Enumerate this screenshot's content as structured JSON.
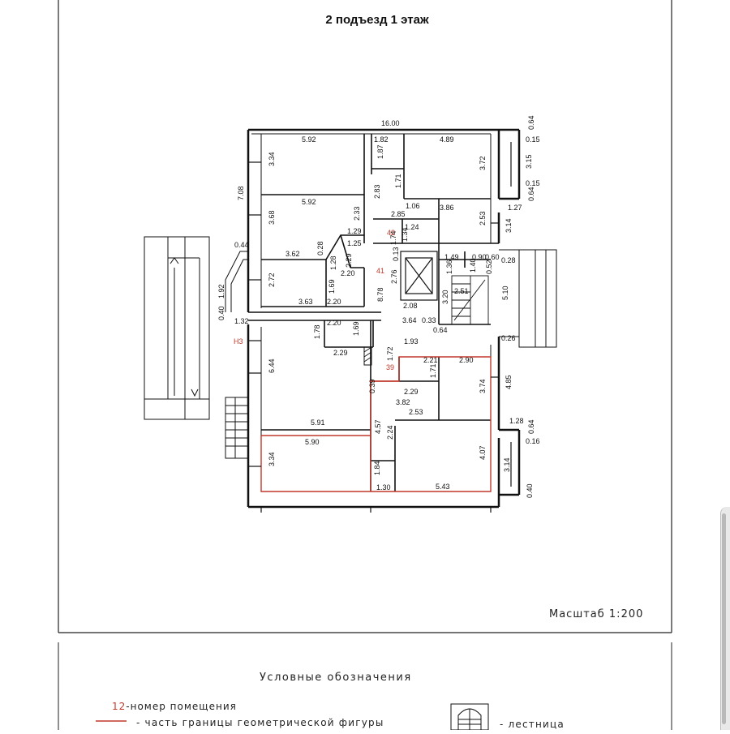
{
  "title": "2 подъезд 1 этаж",
  "scale_label": "Масштаб 1:200",
  "legend": {
    "title": "Условные обозначения",
    "room_number_sample": "12",
    "room_number_text": "-номер помещения",
    "boundary_text": "- часть границы геометрической фигуры",
    "stair_text": "- лестница"
  },
  "room_numbers": [
    "42",
    "41",
    "39",
    "Н3"
  ],
  "dimensions": [
    "16.00",
    "0.64",
    "0.15",
    "5.92",
    "1.82",
    "4.89",
    "3.34",
    "1.87",
    "3.72",
    "3.15",
    "0.15",
    "0.64",
    "7.08",
    "1.71",
    "2.83",
    "5.92",
    "1.06",
    "3.86",
    "2.53",
    "1.27",
    "3.14",
    "2.33",
    "2.85",
    "3.68",
    "1.29",
    "1.24",
    "1.34",
    "1.74",
    "0.44",
    "1.25",
    "3.62",
    "0.28",
    "2.29",
    "2.20",
    "1.28",
    "0.13",
    "1.49",
    "0.90",
    "0.60",
    "0.28",
    "1.36",
    "1.40",
    "0.52",
    "2.72",
    "1.69",
    "8.78",
    "2.76",
    "2.51",
    "3.20",
    "5.10",
    "1.92",
    "3.63",
    "2.20",
    "2.08",
    "0.40",
    "1.32",
    "3.64",
    "0.33",
    "0.64",
    "2.20",
    "1.78",
    "1.69",
    "1.93",
    "0.26",
    "2.29",
    "1.72",
    "2.21",
    "2.90",
    "6.44",
    "1.71",
    "0.39",
    "2.29",
    "3.74",
    "4.85",
    "3.82",
    "2.53",
    "1.28",
    "0.64",
    "0.16",
    "5.91",
    "4.57",
    "2.24",
    "5.90",
    "4.07",
    "3.34",
    "1.84",
    "3.14",
    "1.30",
    "5.43",
    "0.40"
  ]
}
